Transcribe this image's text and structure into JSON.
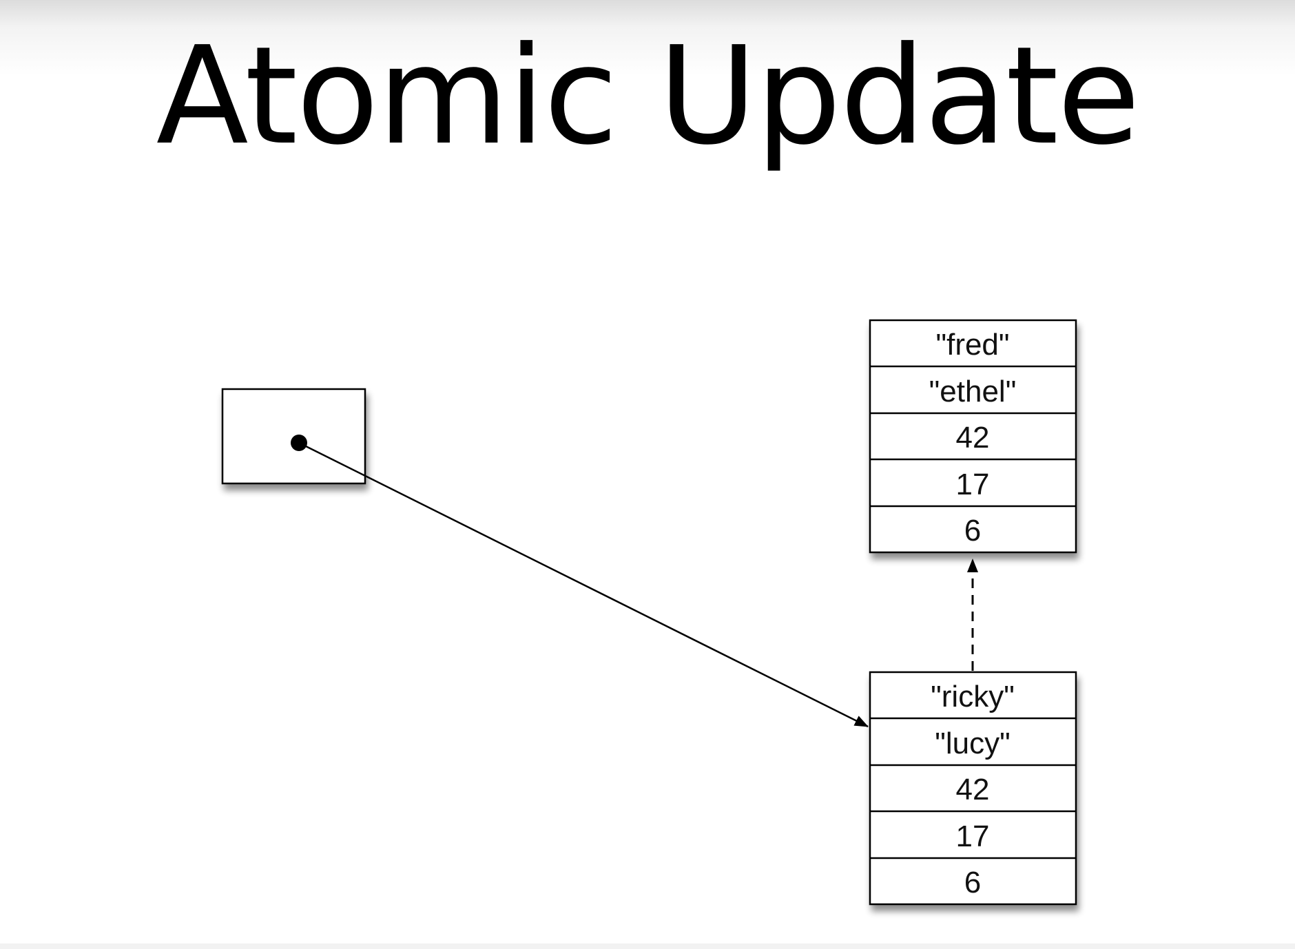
{
  "slide": {
    "title": "Atomic Update"
  },
  "diagram": {
    "reference_box": {
      "contents": "pointer"
    },
    "old_record": {
      "fields": [
        "\"fred\"",
        "\"ethel\"",
        "42",
        "17",
        "6"
      ]
    },
    "new_record": {
      "fields": [
        "\"ricky\"",
        "\"lucy\"",
        "42",
        "17",
        "6"
      ]
    },
    "arrows": {
      "reference_to_new": {
        "from": "reference_box",
        "to": "new_record",
        "style": "solid"
      },
      "new_to_old": {
        "from": "new_record",
        "to": "old_record",
        "style": "dashed"
      }
    }
  }
}
